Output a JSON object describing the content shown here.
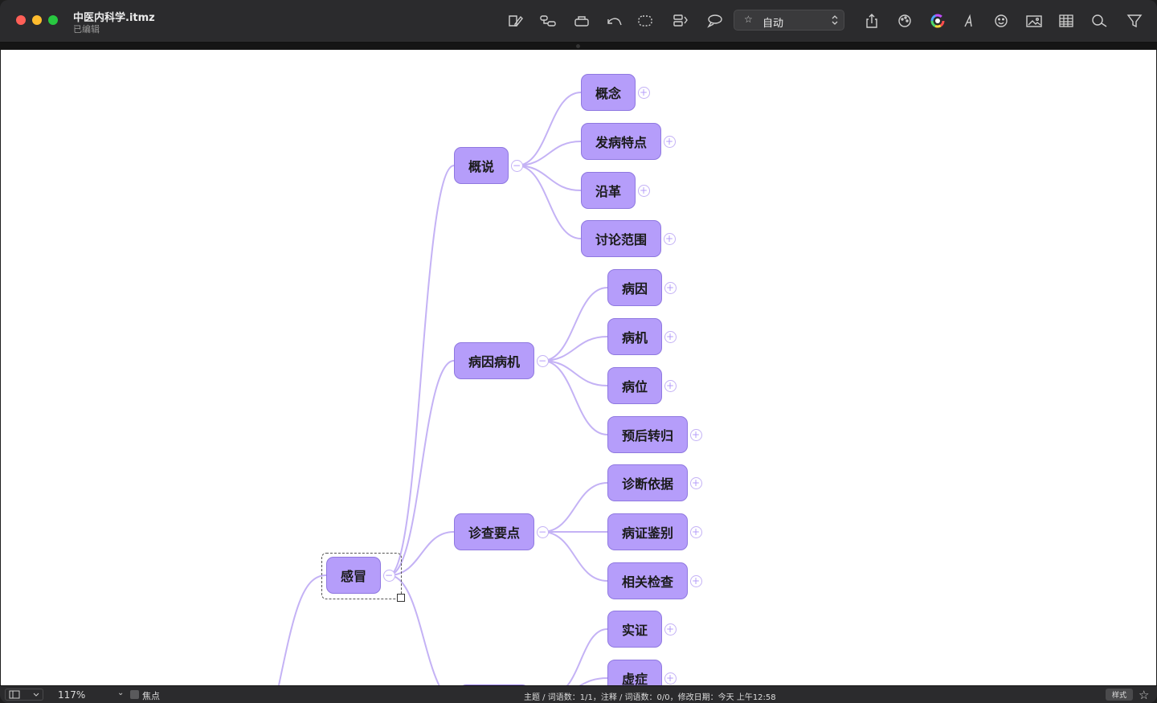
{
  "window": {
    "title": "中医内科学.itmz",
    "subtitle": "已编辑"
  },
  "toolbar": {
    "icons": [
      "note-icon",
      "topic-layout-icon",
      "insert-topic-icon",
      "undo-icon",
      "boundary-icon",
      "structure-icon",
      "callout-icon",
      "share-icon",
      "theme-icon",
      "color-wheel-icon",
      "font-icon",
      "emoji-icon",
      "image-icon",
      "table-icon",
      "search-icon",
      "filter-icon"
    ],
    "style_select": {
      "star": "☆",
      "value": "自动"
    }
  },
  "mindmap": {
    "root": "感冒",
    "branches": [
      {
        "label": "概说",
        "children": [
          "概念",
          "发病特点",
          "沿革",
          "讨论范围"
        ]
      },
      {
        "label": "病因病机",
        "children": [
          "病因",
          "病机",
          "病位",
          "预后转归"
        ]
      },
      {
        "label": "诊查要点",
        "children": [
          "诊断依据",
          "病证鉴别",
          "相关检查"
        ]
      },
      {
        "label": "",
        "children": [
          "实证",
          "虚症"
        ]
      }
    ],
    "collapse_glyph": "−",
    "expand_glyph": "+",
    "link_color": "#c4b2f5",
    "node_color": "#b59dfa"
  },
  "status": {
    "zoom": "117%",
    "zoom_arrow": "⌄",
    "focus_label": "焦点",
    "stats": "主题 / 词语数：1/1，注释 / 词语数：0/0，修改日期：今天 上午12:58",
    "style_button": "样式",
    "star": "☆"
  }
}
